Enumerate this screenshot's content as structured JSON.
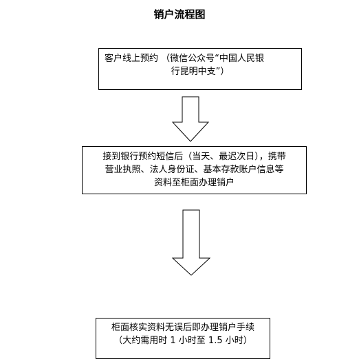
{
  "title": "销户流程图",
  "steps": [
    {
      "lines": [
        "客户线上预约 （微信公众号“中国人民银",
        "行昆明中支”）"
      ]
    },
    {
      "lines": [
        "接到银行预约短信后（当天、最迟次日），携带",
        "营业执照、法人身份证、基本存款账户信息等",
        "资料至柜面办理销户"
      ]
    },
    {
      "lines": [
        "柜面核实资料无误后即办理销户手续",
        "（大约需用时 1 小时至 1.5 小时）"
      ]
    }
  ]
}
